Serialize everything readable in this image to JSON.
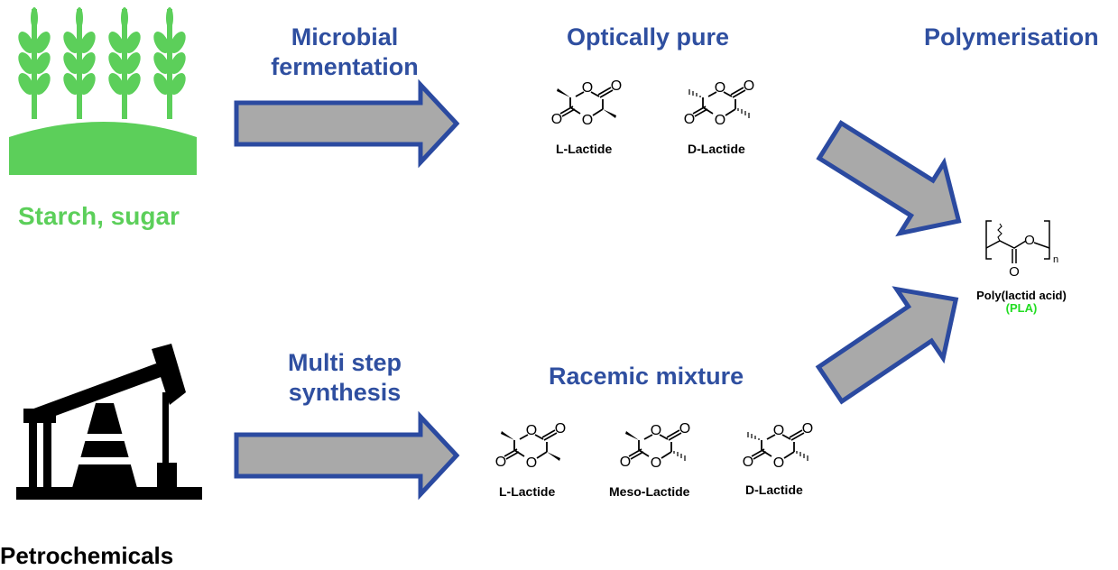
{
  "sources": {
    "bio": {
      "label": "Starch, sugar",
      "color": "#5ccf5a",
      "icon": "wheat-field-icon"
    },
    "petro": {
      "label": "Petrochemicals",
      "color": "#000000",
      "icon": "oil-pump-icon"
    }
  },
  "processes": {
    "bio": {
      "line1": "Microbial",
      "line2": "fermentation"
    },
    "petro": {
      "line1": "Multi step",
      "line2": "synthesis"
    },
    "polymer": "Polymerisation"
  },
  "products": {
    "optical": {
      "title": "Optically pure",
      "items": [
        "L-Lactide",
        "D-Lactide"
      ]
    },
    "racemic": {
      "title": "Racemic mixture",
      "items": [
        "L-Lactide",
        "Meso-Lactide",
        "D-Lactide"
      ]
    }
  },
  "molecule_atoms": {
    "oxygen": "O",
    "repeat_index": "n"
  },
  "pla": {
    "name": "Poly(lactid acid)",
    "abbr": "(PLA)",
    "abbr_color": "#22dd22"
  },
  "colors": {
    "title_blue": "#2f4fa0",
    "arrow_fill": "#a9a9a9",
    "arrow_stroke": "#2b4aa0",
    "bio_green": "#5ccf5a"
  }
}
